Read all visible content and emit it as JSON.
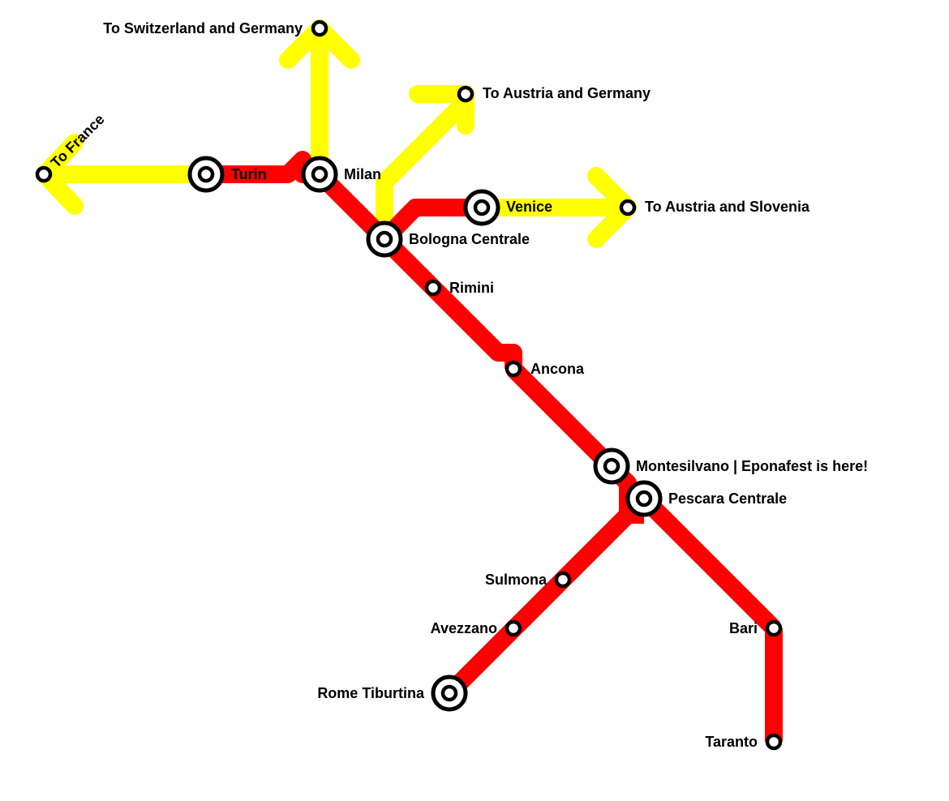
{
  "colors": {
    "domestic_line": "#ff0000",
    "international_line": "#ffff00",
    "station_ring": "#000000",
    "station_fill": "#ffffff"
  },
  "stations": {
    "turin": "Turin",
    "milan": "Milan",
    "venice": "Venice",
    "bologna": "Bologna Centrale",
    "rimini": "Rimini",
    "ancona": "Ancona",
    "montesilvano": "Montesilvano | Eponafest is here!",
    "pescara": "Pescara Centrale",
    "sulmona": "Sulmona",
    "avezzano": "Avezzano",
    "rome": "Rome Tiburtina",
    "bari": "Bari",
    "taranto": "Taranto"
  },
  "destinations": {
    "france": "To France",
    "switzerland_germany": "To Switzerland and Germany",
    "austria_germany": "To Austria and Germany",
    "austria_slovenia": "To Austria and Slovenia"
  }
}
